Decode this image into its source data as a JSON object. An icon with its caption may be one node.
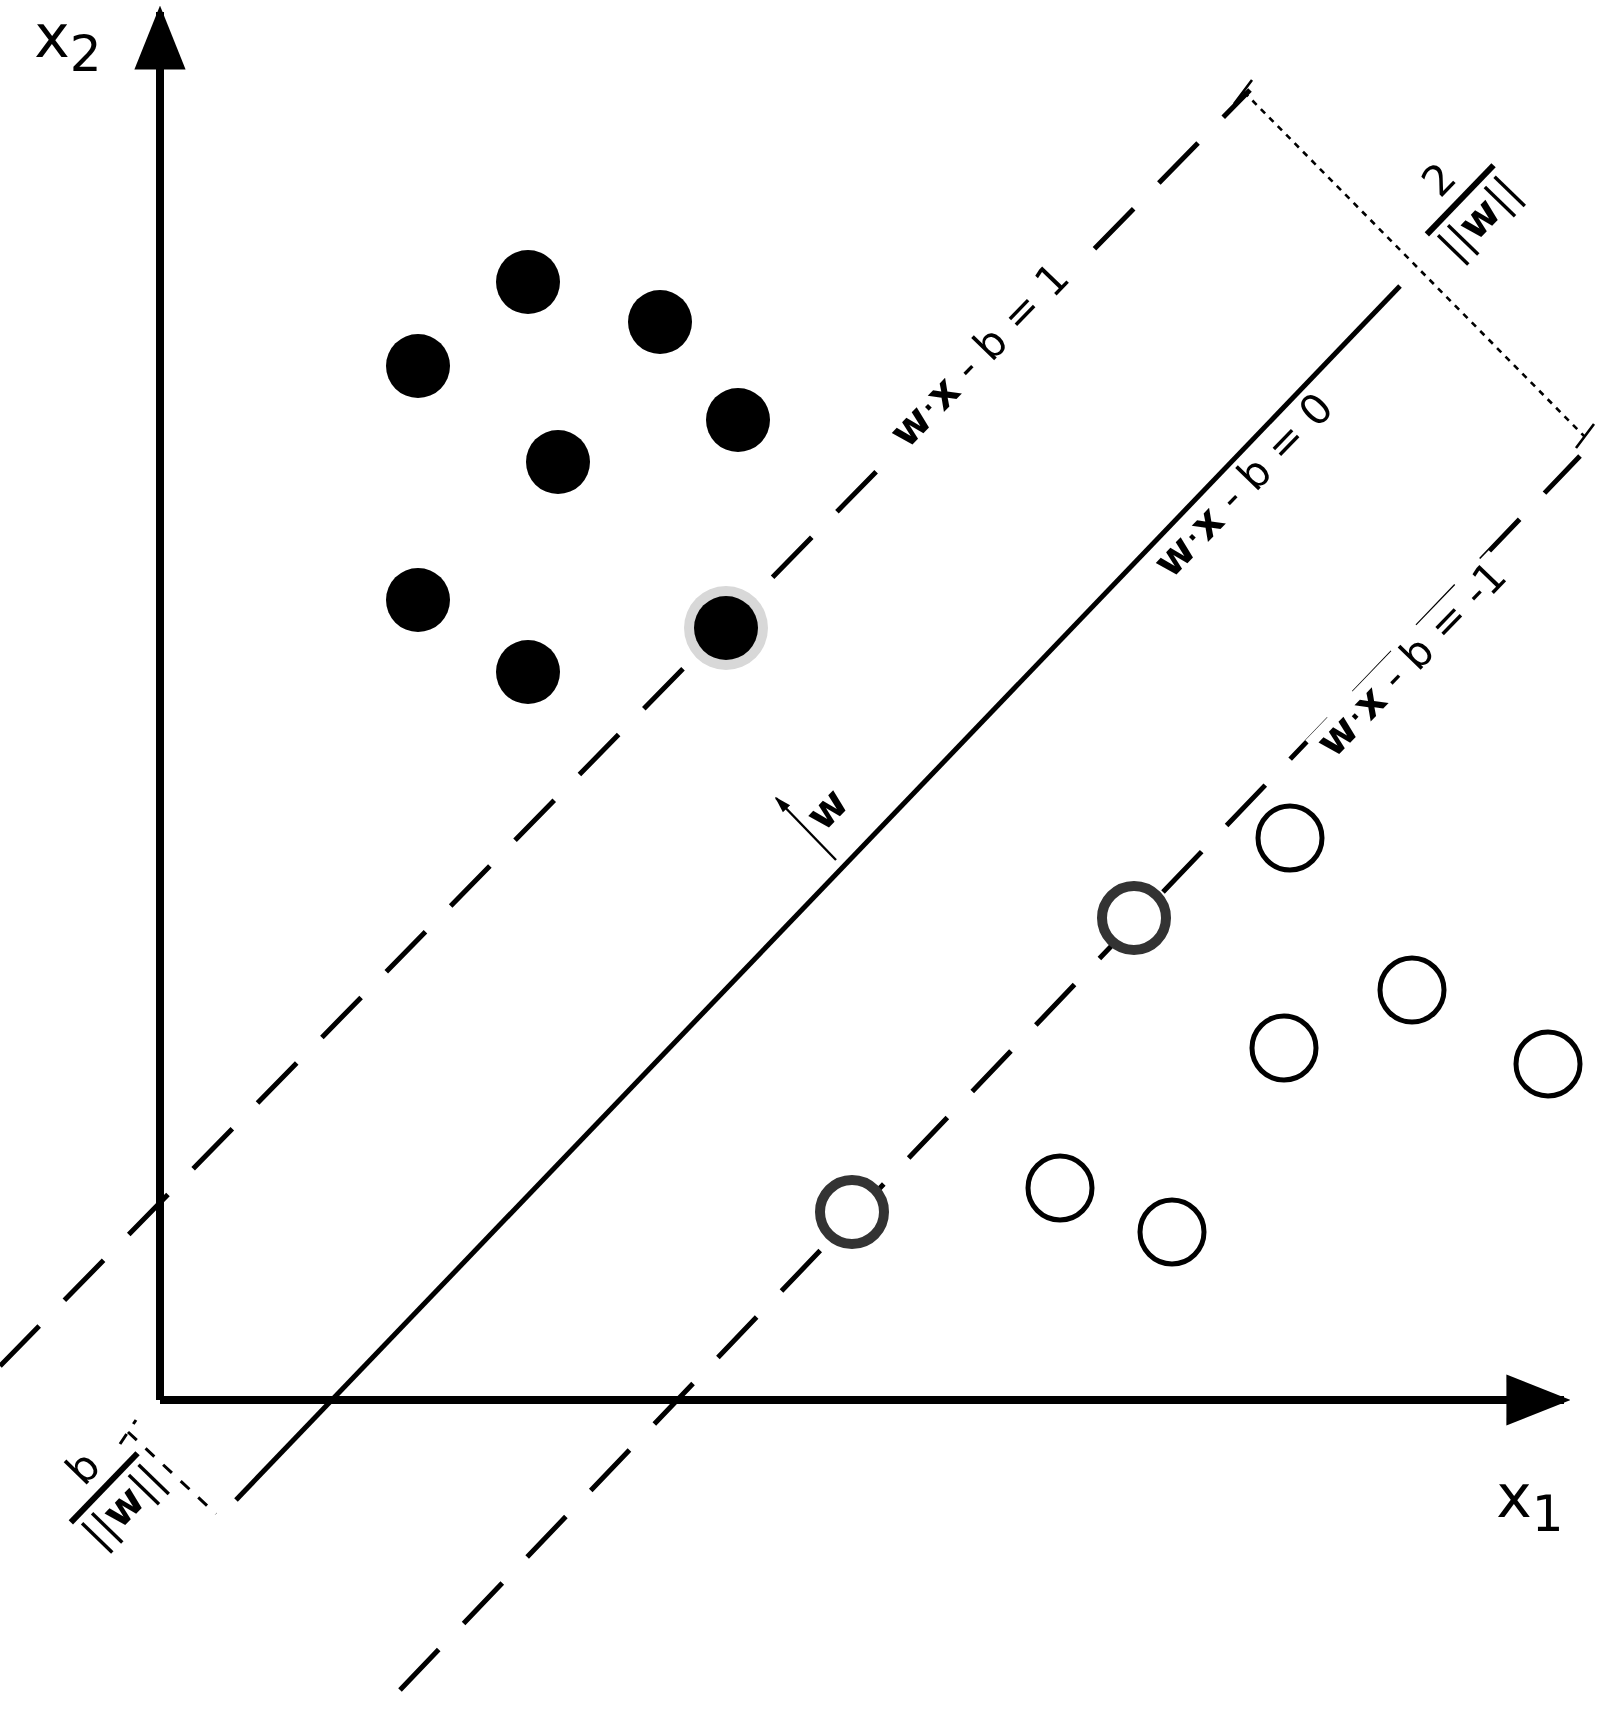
{
  "diagram": {
    "labels": [
      "x$_{2}$",
      "**w**·**x** - b = 1",
      "2",
      "||**w**||",
      "**w**·**x** - b = 0",
      "**w**·**x** - b = -1",
      "w",
      "b",
      "||**w**||",
      "x$_{1}$"
    ]
  }
}
